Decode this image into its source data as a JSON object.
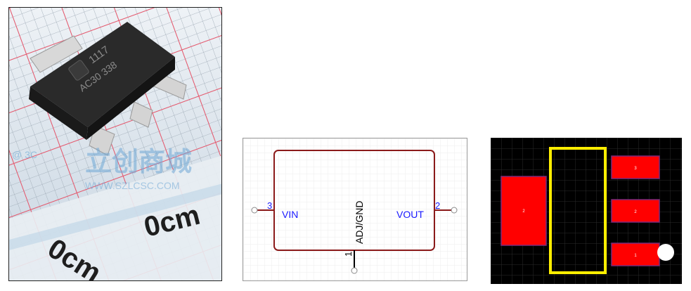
{
  "photo": {
    "chip_marking_line1": "1117",
    "chip_marking_line2": "AC30 338",
    "watermark_text": "立创商城",
    "watermark_url": "WWW.SZLCSC.COM",
    "watermark_badge": "@ 3C",
    "ruler_label_left": "0cm",
    "ruler_label_right": "0cm"
  },
  "symbol": {
    "pins": [
      {
        "number": "3",
        "name": "VIN"
      },
      {
        "number": "2",
        "name": "VOUT"
      },
      {
        "number": "1",
        "name": "ADJ/GND"
      }
    ],
    "body_color": "#8b1a1a",
    "pin_name_color": "#1a1aff"
  },
  "footprint": {
    "pads": [
      {
        "label": "2"
      },
      {
        "label": "3"
      },
      {
        "label": "2"
      },
      {
        "label": "1"
      }
    ],
    "pad_color": "#ff0000",
    "silkscreen_color": "#ffee00",
    "background_color": "#000000"
  }
}
